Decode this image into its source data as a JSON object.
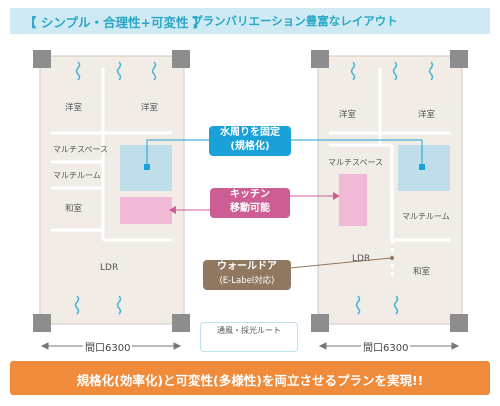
{
  "header": {
    "main": "【 シンプル・合理性+可変性 】",
    "sub": "プランバリエーション豊富なレイアウト"
  },
  "left_plan": {
    "rooms": {
      "youshitsu_left": "洋室",
      "youshitsu_right": "洋室",
      "multi_space": "マルチスペース",
      "multi_room": "マルチルーム",
      "washitsu": "和室",
      "ldr": "LDR"
    },
    "width": "間口6300"
  },
  "right_plan": {
    "rooms": {
      "youshitsu_left": "洋室",
      "youshitsu_right": "洋室",
      "multi_space": "マルチスペース",
      "multi_room": "マルチルーム",
      "washitsu": "和室",
      "ldr": "LDR"
    },
    "width": "間口6300"
  },
  "callouts": {
    "water": {
      "line1": "水周りを固定",
      "line2": "(規格化)",
      "color": "#1aa2d8"
    },
    "kitchen": {
      "line1": "キッチン",
      "line2": "移動可能",
      "color": "#cc5e94"
    },
    "wall_door": {
      "line1": "ウォールドア",
      "line2": "(E-Label対応)",
      "color": "#8f7760"
    }
  },
  "legend": {
    "title": "通風・採光ルート"
  },
  "footer": {
    "text": "規格化(効率化)と可変性(多様性)を両立させるプランを実現!!",
    "color": "#f08b3c"
  },
  "colors": {
    "plan_bg": "#f1ece6",
    "water_block": "#bfdeea",
    "kitchen_block": "#f0b9d6",
    "wind": "#49b3d9"
  }
}
